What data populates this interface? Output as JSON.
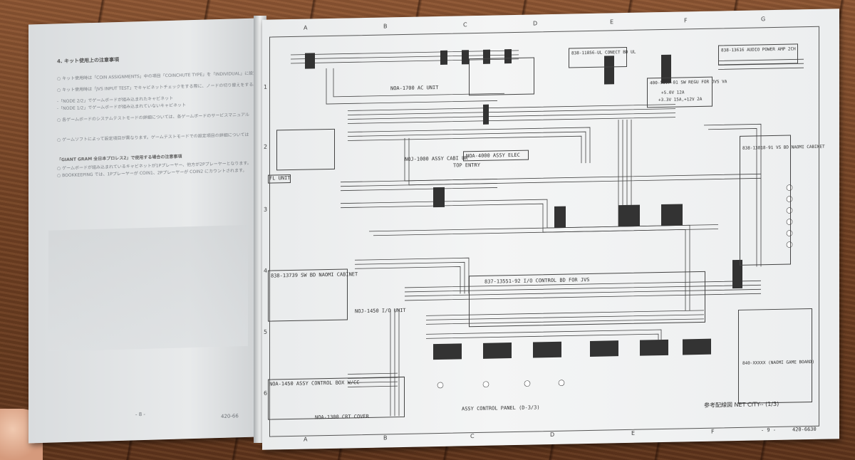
{
  "left_page": {
    "heading": "4. キット使用上の注意事項",
    "lines": [
      "○ キット使用時は「COIN ASSIGNMENTS」中の項目「COINCHUTE TYPE」を「INDIVIDUAL」に設定して",
      "○ キット使用時は「JVS INPUT TEST」でキャビネットチェックをする際に、ノードの切り替えをする必要が",
      "   -「NODE 2/2」でゲームボードが組み込まれたキャビネット",
      "   -「NODE 1/2」でゲームボードが組み込まれていないキャビネット",
      "○ 各ゲームボードのシステムテストモードの詳細については、各ゲームボードのサービスマニュアル",
      "○ ゲームソフトによって設定項目が異なります。ゲームテストモードでの設定項目の詳細については",
      "「GIANT GRAM 全日本プロレス2」で使用する場合の注意事項",
      "○ ゲームボードが組み込まれているキャビネットが1Pプレーヤー、他方が2Pプレーヤーとなります。",
      "○ BOOKKEEPING では、1Pプレーヤーが COIN1、2Pプレーヤーが COIN2 にカウントされます。"
    ],
    "page_number": "- 8 -",
    "doc_number": "420-66"
  },
  "sheet": {
    "column_letters": [
      "A",
      "B",
      "C",
      "D",
      "E",
      "F",
      "G"
    ],
    "row_numbers": [
      "1",
      "2",
      "3",
      "4",
      "5",
      "6"
    ],
    "labels": {
      "ac_unit": "NOA-1700 AC UNIT",
      "cabi_top": "NOJ-1000 ASSY CABI UR",
      "top_entry": "TOP ENTRY",
      "elec": "NOA-4000 ASSY ELEC",
      "conect_bd": "838-11856-UL CONECT BD UL",
      "power_amp": "838-13616 AUDIO POWER AMP 2CH",
      "sw_reg": "400-5397-01 SW REGU FOR JVS VA",
      "sw_reg_v1": "+5.0V 12A",
      "sw_reg_v2": "+3.3V 15A,+12V 2A",
      "fl_unit": "FL UNIT",
      "sw_bd": "838-13739 SW BD NAOMI CABINET",
      "io_unit": "NOJ-1450 I/O UNIT",
      "vs_bd": "838-13818-91 VS BD NAOMI CABINET",
      "io_control": "837-13551-92 I/O CONTROL BD FOR JVS",
      "game_board": "840-XXXXX (NAOMI GAME BOARD)",
      "control_box": "NOA-1450 ASSY CONTROL BOX W/CC",
      "crt_cover": "NOA-1300 CRT COVER",
      "control_panel": "ASSY CONTROL PANEL (D-3/3)",
      "title_block": "参考配線図 NET CITY-- (1/3)",
      "page_number": "- 9 -",
      "doc_number": "420-6630"
    }
  }
}
